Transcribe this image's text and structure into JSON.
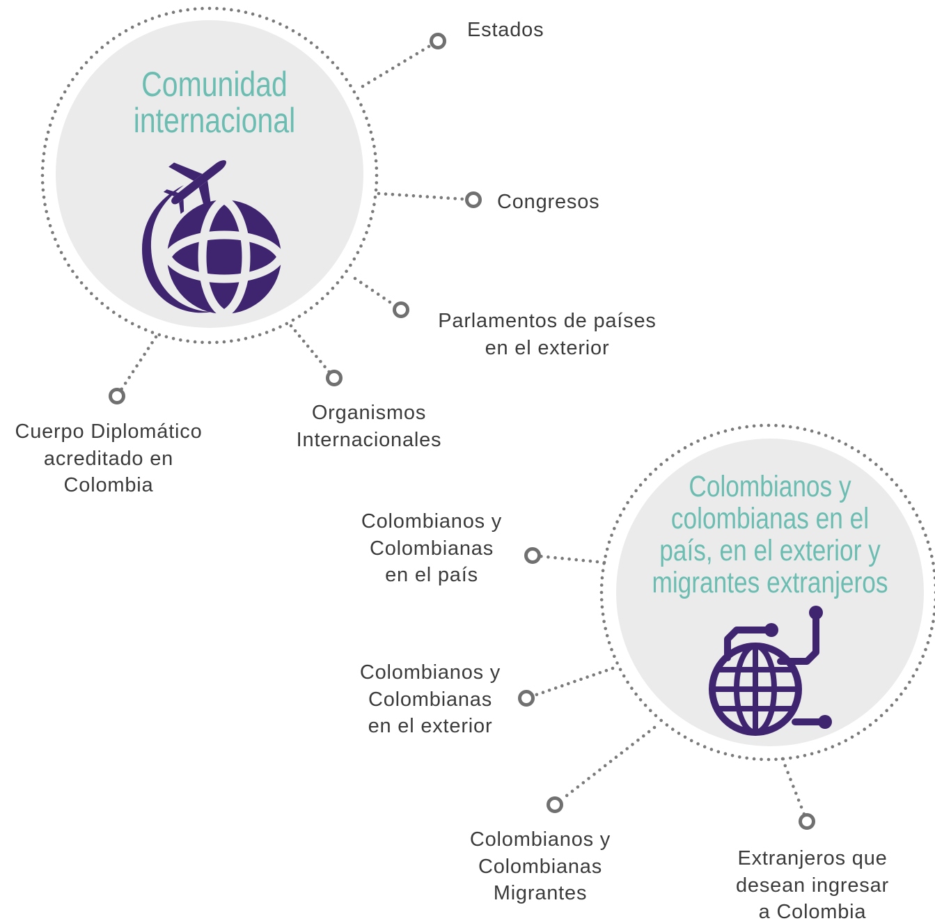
{
  "colors": {
    "hub_fill": "#ebebeb",
    "dots": "#7a7a7a",
    "node_ring": "#707070",
    "title": "#6bbdb1",
    "icon": "#3f2470",
    "text": "#3a3a3a"
  },
  "hubs": [
    {
      "title": [
        "Comunidad",
        "internacional"
      ],
      "icon": "globe-airplane-icon",
      "branches": [
        {
          "lines": [
            "Estados"
          ]
        },
        {
          "lines": [
            "Congresos"
          ]
        },
        {
          "lines": [
            "Parlamentos de países",
            "en el exterior"
          ]
        },
        {
          "lines": [
            "Organismos",
            "Internacionales"
          ]
        },
        {
          "lines": [
            "Cuerpo Diplomático",
            "acreditado en",
            "Colombia"
          ]
        }
      ]
    },
    {
      "title": [
        "Colombianos y",
        "colombianas en el",
        "país, en el exterior y",
        "migrantes extranjeros"
      ],
      "icon": "network-globe-icon",
      "branches": [
        {
          "lines": [
            "Colombianos y",
            "Colombianas",
            "en el país"
          ]
        },
        {
          "lines": [
            "Colombianos y",
            "Colombianas",
            "en el exterior"
          ]
        },
        {
          "lines": [
            "Colombianos y",
            "Colombianas",
            "Migrantes"
          ]
        },
        {
          "lines": [
            "Extranjeros que",
            "desean ingresar",
            "a Colombia"
          ]
        }
      ]
    }
  ]
}
